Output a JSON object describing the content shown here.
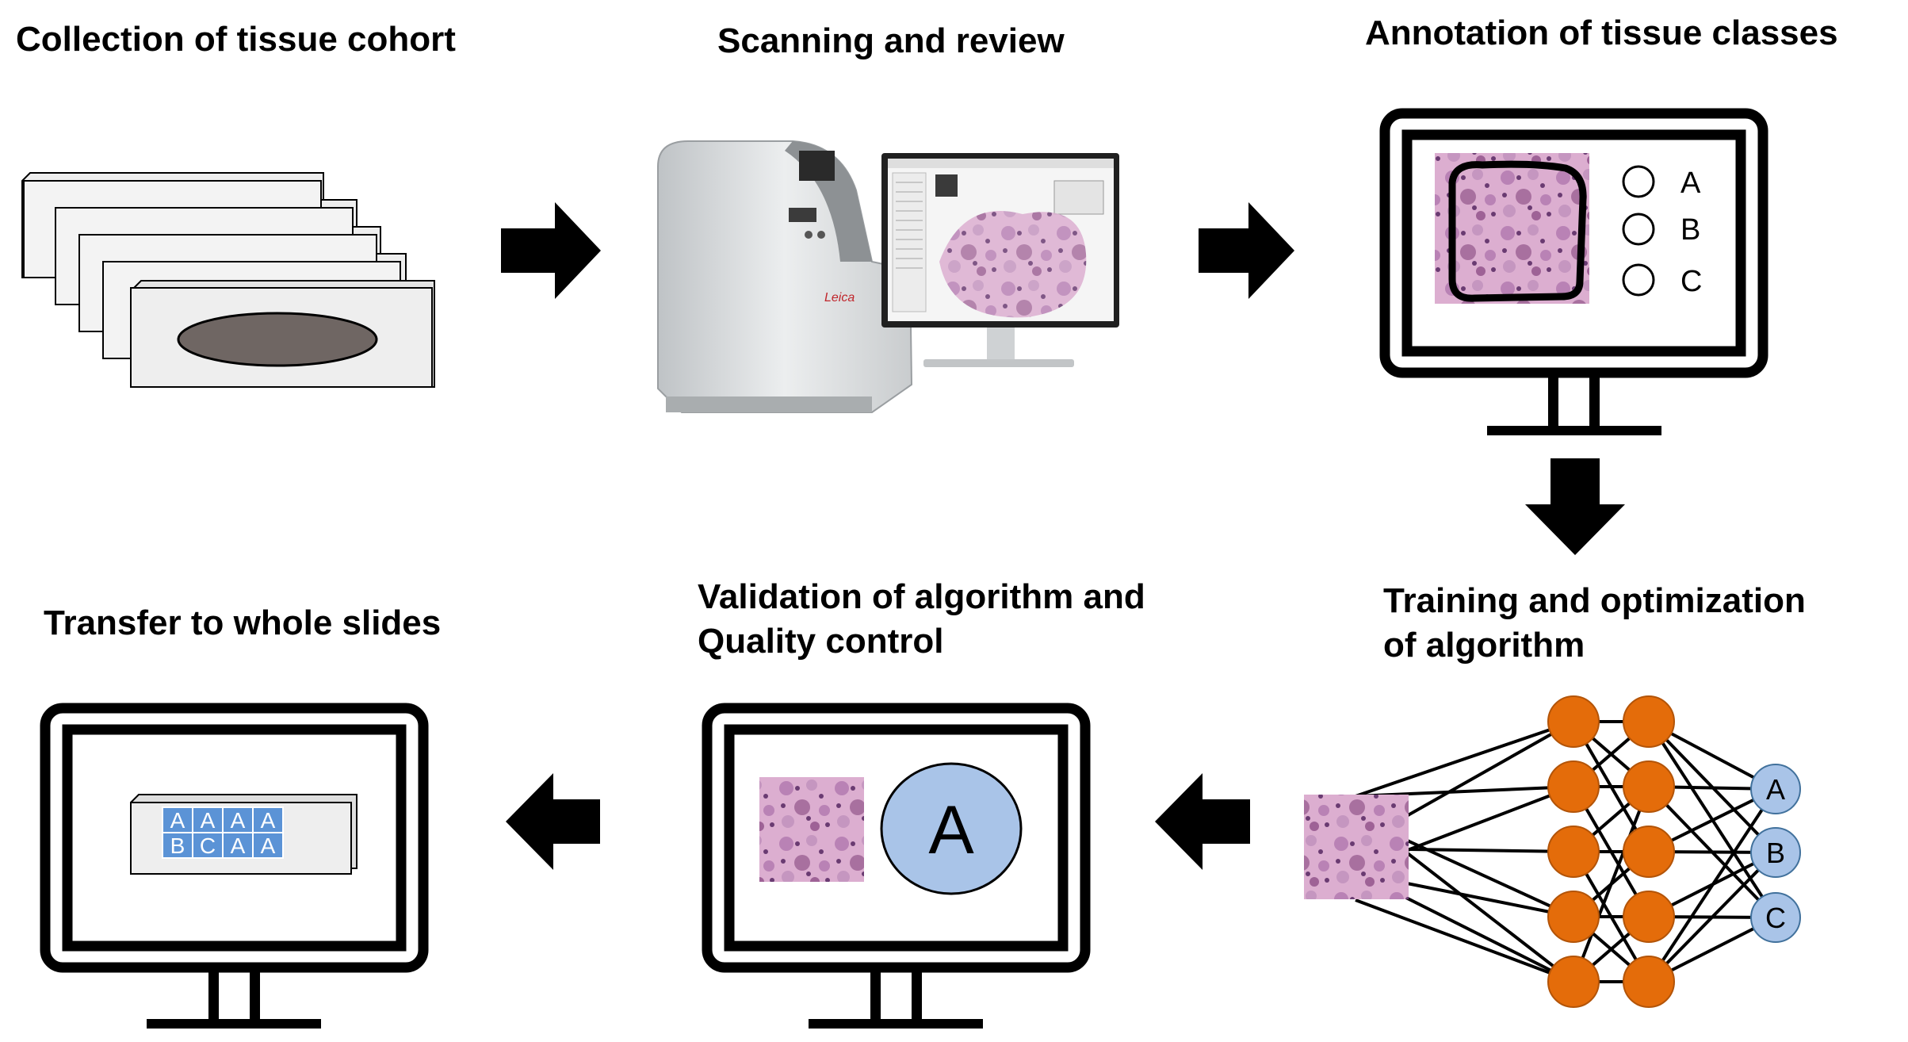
{
  "steps": {
    "collection": {
      "title": "Collection of tissue cohort"
    },
    "scanning": {
      "title": "Scanning and review"
    },
    "annotation": {
      "title": "Annotation of tissue classes",
      "options": [
        "A",
        "B",
        "C"
      ]
    },
    "training": {
      "title_line1": "Training and optimization",
      "title_line2": "of algorithm",
      "outputs": [
        "A",
        "B",
        "C"
      ]
    },
    "validation": {
      "title_line1": "Validation of algorithm and",
      "title_line2": "Quality control",
      "result": "A"
    },
    "transfer": {
      "title": "Transfer to whole slides",
      "grid_row1": [
        "A",
        "A",
        "A",
        "A"
      ],
      "grid_row2": [
        "B",
        "C",
        "A",
        "A"
      ]
    }
  },
  "colors": {
    "node_fill": "#e46c0a",
    "output_fill": "#a9c4e8",
    "grid_fill": "#5b93d6",
    "tissue_pink": "#d9a8cc",
    "slide_fill": "#eeeeee",
    "ellipse_fill": "#6f6663"
  }
}
